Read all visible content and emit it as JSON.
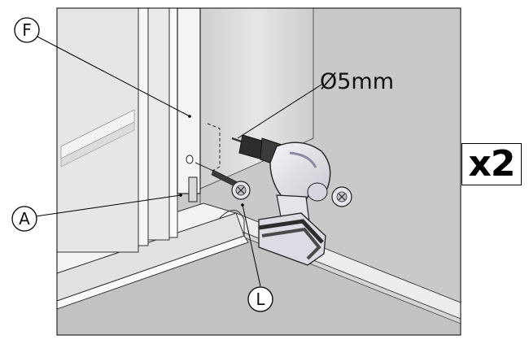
{
  "labels": {
    "part_f": "F",
    "part_a": "A",
    "part_l": "L",
    "drill_bit": "Ø5mm"
  },
  "quantity_badge": "x2",
  "colors": {
    "wall": "#c7c7c7",
    "pillar": "#d9d9d9",
    "floor": "#c3c3c3",
    "frame": "#f2f2f2",
    "glass": "#e4e4e4",
    "outline": "#1a1a1a",
    "drill_body": "#e8e8ee",
    "drill_dark": "#2a2a2a"
  }
}
